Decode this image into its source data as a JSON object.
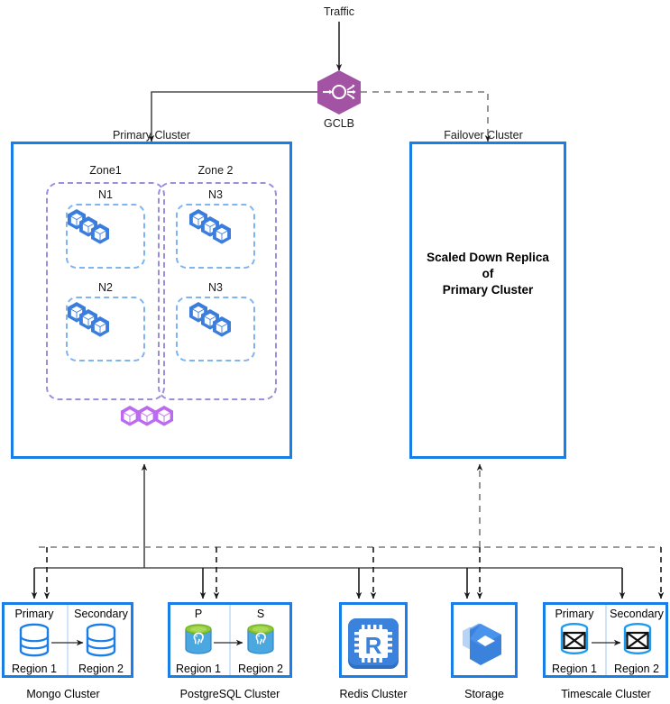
{
  "diagram": {
    "traffic_label": "Traffic",
    "gclb": {
      "label": "GCLB",
      "icon": "load-balancer-icon",
      "color": "#a353a3"
    },
    "primary_cluster": {
      "label": "Primary Cluster",
      "zones": [
        {
          "label": "Zone1",
          "nodes": [
            {
              "label": "N1",
              "icon": "pods-icon"
            },
            {
              "label": "N2",
              "icon": "pods-icon"
            }
          ]
        },
        {
          "label": "Zone 2",
          "nodes": [
            {
              "label": "N3",
              "icon": "pods-icon"
            },
            {
              "label": "N3",
              "icon": "pods-icon"
            }
          ]
        }
      ],
      "services_icon": "service-hexagons-icon"
    },
    "failover_cluster": {
      "label": "Failover Cluster",
      "body_line1": "Scaled Down Replica",
      "body_line2": "of",
      "body_line3": "Primary Cluster"
    },
    "datastores": [
      {
        "title": "Mongo Cluster",
        "icon": "mongo-db-icon",
        "left": {
          "role": "Primary",
          "region": "Region 1"
        },
        "right": {
          "role": "Secondary",
          "region": "Region 2"
        },
        "replication": "replication-arrow"
      },
      {
        "title": "PostgreSQL Cluster",
        "icon": "postgresql-elephant-icon",
        "left": {
          "role": "P",
          "region": "Region 1"
        },
        "right": {
          "role": "S",
          "region": "Region 2"
        },
        "replication": "replication-arrow"
      },
      {
        "title": "Redis Cluster",
        "icon": "redis-chip-icon",
        "left": null,
        "right": null,
        "replication": null
      },
      {
        "title": "Storage",
        "icon": "cloud-storage-bucket-icon",
        "left": null,
        "right": null,
        "replication": null
      },
      {
        "title": "Timescale Cluster",
        "icon": "timescale-db-icon",
        "left": {
          "role": "Primary",
          "region": "Region 1"
        },
        "right": {
          "role": "Secondary",
          "region": "Region 2"
        },
        "replication": "replication-arrow"
      }
    ],
    "colors": {
      "cluster_border": "#1a7ee8",
      "zone_border": "#9a8fd8",
      "node_border": "#7fb4ee",
      "gclb_purple": "#a353a3",
      "pod_blue": "#3b7ddd",
      "service_purple": "#bb6bf0",
      "connector_solid": "#4d4d4d",
      "connector_dashed": "#7a7a7a"
    }
  }
}
